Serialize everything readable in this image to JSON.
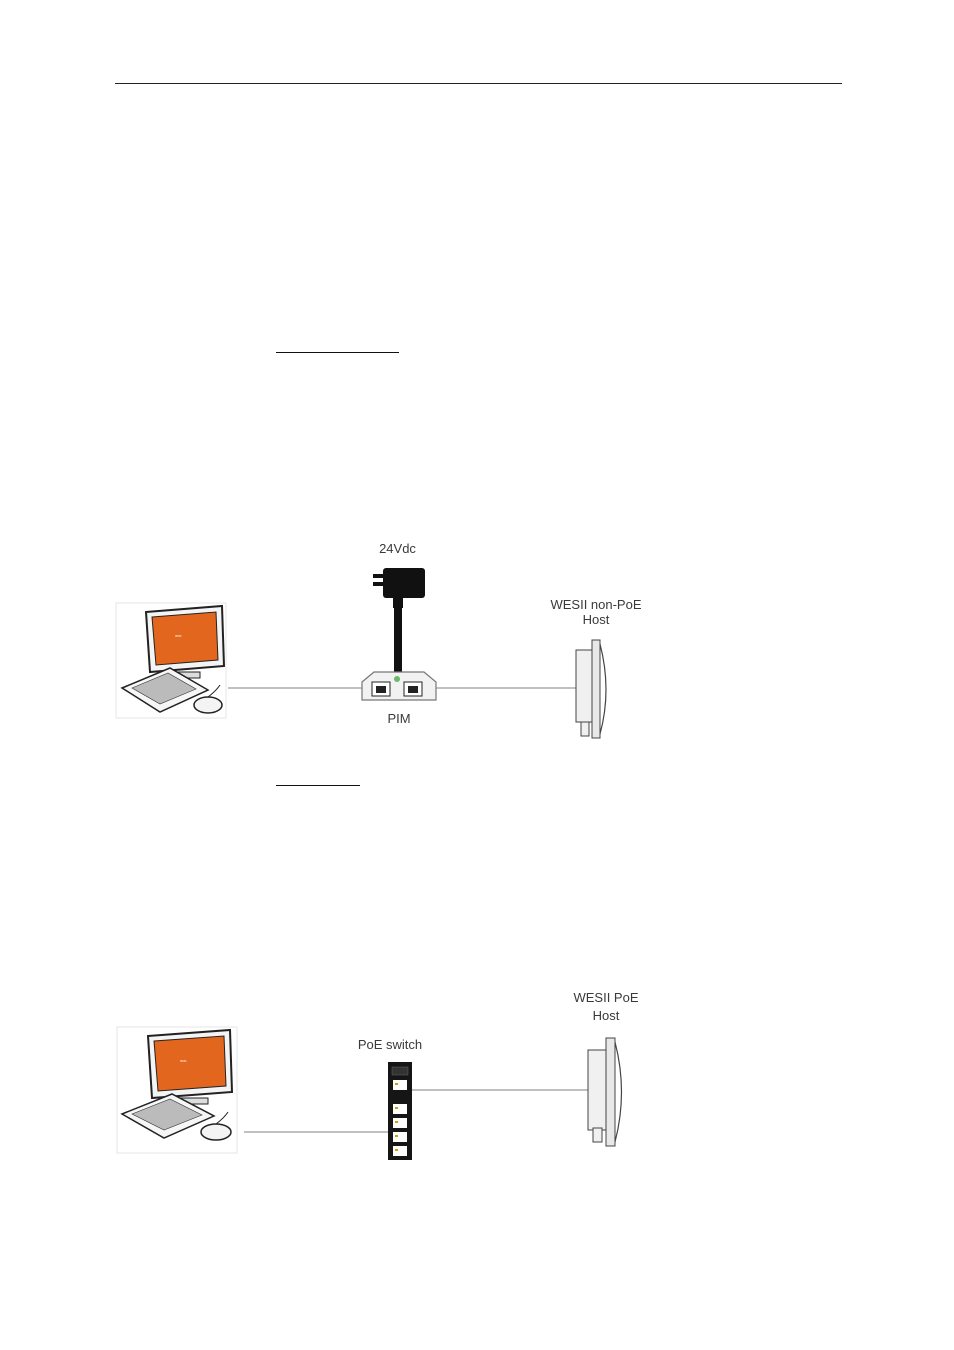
{
  "diagram1": {
    "power_label": "24Vdc",
    "host_label_line1": "WESII non-PoE",
    "host_label_line2": "Host",
    "injector_label": "PIM"
  },
  "diagram2": {
    "switch_label": "PoE switch",
    "host_label_line1": "WESII PoE",
    "host_label_line2": "Host"
  },
  "colors": {
    "screen": "#e2661d",
    "cable": "#9a9a9a",
    "outline": "#222222"
  },
  "icons": [
    "computer-icon",
    "power-adapter-icon",
    "injector-icon",
    "poe-switch-icon",
    "wes-host-icon"
  ]
}
